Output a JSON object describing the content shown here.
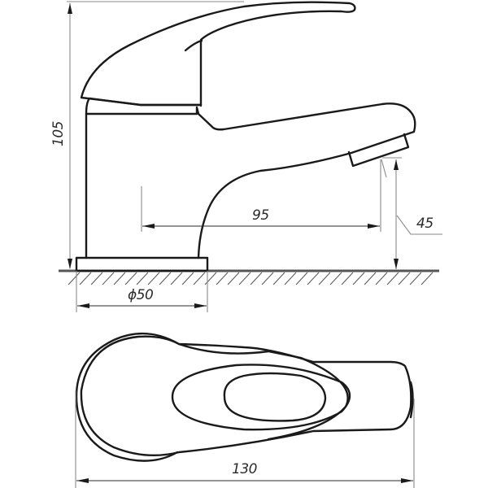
{
  "drawing": {
    "title": "Faucet dimensional drawing",
    "views": [
      "side-elevation",
      "top-plan"
    ],
    "colors": {
      "line": "#1a1a1a",
      "dimension": "#8a8a8a",
      "background": "#ffffff"
    }
  },
  "dimensions": {
    "height": {
      "value": "105",
      "unit": "mm",
      "label": "105"
    },
    "spout_reach": {
      "value": "95",
      "unit": "mm",
      "label": "95"
    },
    "spout_clearance": {
      "value": "45",
      "unit": "mm",
      "label": "45"
    },
    "base_diameter": {
      "value": "50",
      "unit": "mm",
      "label": "ϕ50"
    },
    "overall_length": {
      "value": "130",
      "unit": "mm",
      "label": "130"
    }
  }
}
